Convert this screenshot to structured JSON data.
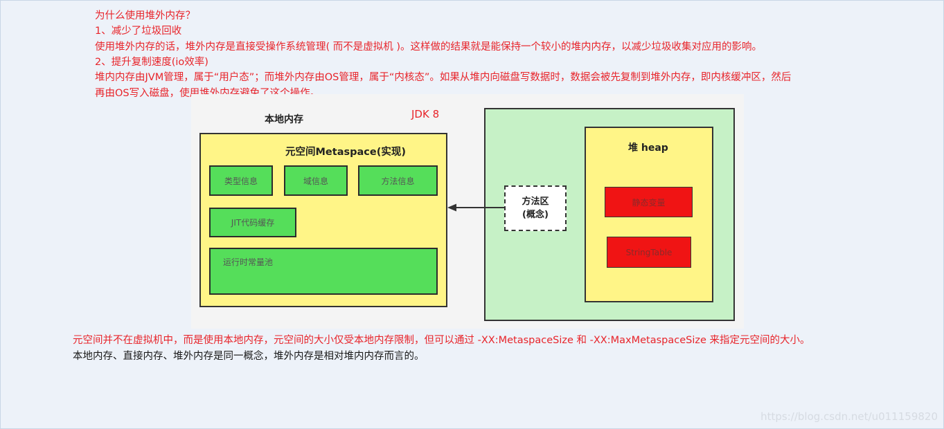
{
  "intro": {
    "question": "为什么使用堆外内存？",
    "point1_title": "1、减少了垃圾回收",
    "point1_body": "使用堆外内存的话，堆外内存是直接受操作系统管理( 而不是虚拟机 )。这样做的结果就是能保持一个较小的堆内内存，以减少垃圾收集对应用的影响。",
    "point2_title": "2、提升复制速度(io效率)",
    "point2_body_line1": "堆内内存由JVM管理，属于“用户态”；而堆外内存由OS管理，属于“内核态”。如果从堆内向磁盘写数据时，数据会被先复制到堆外内存，即内核缓冲区，然后",
    "point2_body_line2": "再由OS写入磁盘，使用堆外内存避免了这个操作。"
  },
  "diagram": {
    "native_memory_title": "本地内存",
    "jdk_label": "JDK 8",
    "metaspace_title": "元空间Metaspace(实现)",
    "metaspace_items": [
      "类型信息",
      "域信息",
      "方法信息",
      "JIT代码缓存",
      "运行时常量池"
    ],
    "method_area_line1": "方法区",
    "method_area_line2": "(概念)",
    "heap_title": "堆 heap",
    "heap_items": [
      "静态变量",
      "StringTable"
    ]
  },
  "footer": {
    "note1": "元空间并不在虚拟机中，而是使用本地内存，元空间的大小仅受本地内存限制，但可以通过 -XX:MetaspaceSize 和 -XX:MaxMetaspaceSize 来指定元空间的大小。",
    "note2": "本地内存、直接内存、堆外内存是同一概念，堆外内存是相对堆内内存而言的。"
  },
  "watermark": "https://blog.csdn.net/u011159820",
  "colors": {
    "text_red": "#e8242a",
    "metaspace_yellow": "#fff587",
    "box_green": "#55de5a",
    "heap_bg_green": "#c6f1c6",
    "box_red": "#f01414"
  }
}
